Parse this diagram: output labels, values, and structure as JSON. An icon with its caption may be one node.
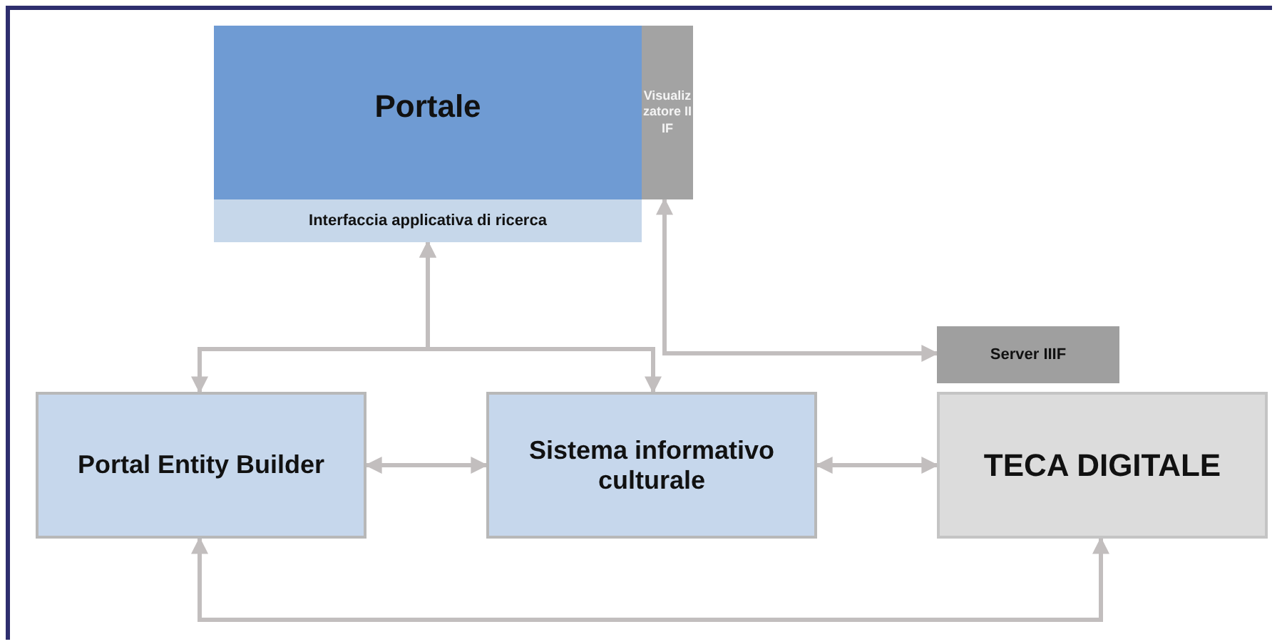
{
  "diagram": {
    "nodes": [
      {
        "text": [
          "Portale"
        ]
      },
      {
        "text": [
          "Interfaccia applicativa di ricerca"
        ],
        "in": 0
      },
      {
        "text": [
          "Visualizzatore IIIF"
        ]
      },
      {
        "text": [
          "Portal Entity Builder"
        ]
      },
      {
        "text": [
          "Sistema informativo culturale"
        ]
      },
      {
        "text": [
          "Server IIIF"
        ]
      },
      {
        "text": [
          "TECA DIGITALE"
        ]
      }
    ],
    "edges": [
      {
        "from": 1,
        "to": 3,
        "arrow": "both"
      },
      {
        "from": 1,
        "to": 4,
        "arrow": "both"
      },
      {
        "from": 2,
        "to": 5,
        "arrow": "both"
      },
      {
        "from": 3,
        "to": 4,
        "arrow": "both"
      },
      {
        "from": 4,
        "to": 6,
        "arrow": "both"
      },
      {
        "from": 3,
        "to": 6,
        "arrow": "both"
      }
    ]
  }
}
